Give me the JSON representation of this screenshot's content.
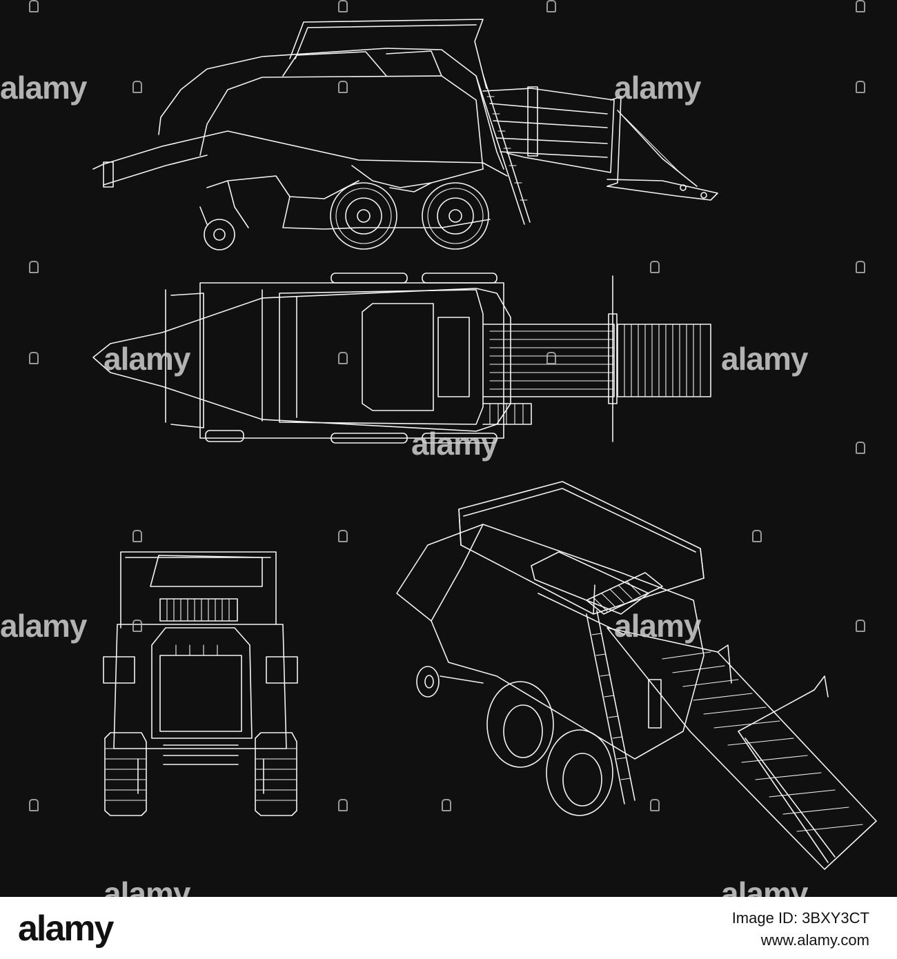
{
  "colors": {
    "background": "#101010",
    "line": "#f4f4f4",
    "footer_bg": "#ffffff",
    "footer_text": "#111111"
  },
  "watermark": {
    "text": "alamy"
  },
  "footer": {
    "logo": "alamy",
    "image_id_label": "Image ID: 3BXY3CT",
    "url": "www.alamy.com"
  },
  "icons": {
    "watermark_lock": "lock-icon"
  }
}
